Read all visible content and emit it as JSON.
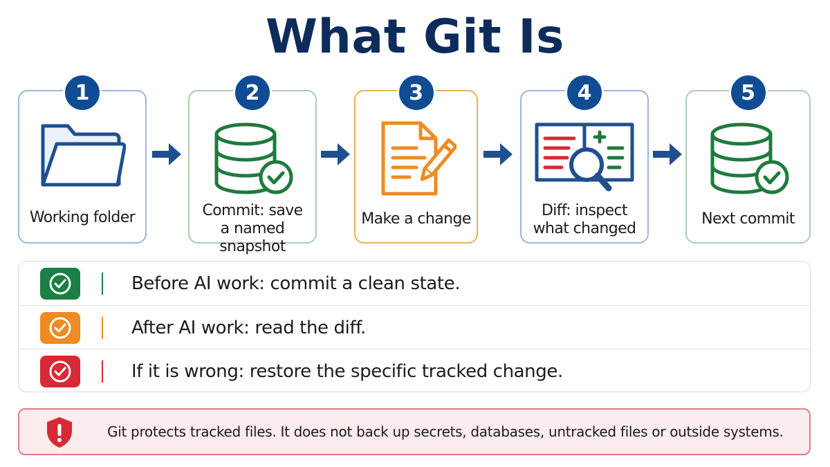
{
  "title": "What Git Is",
  "steps": [
    {
      "number": "1",
      "label_lines": [
        "Working folder"
      ],
      "icon": "folder-icon"
    },
    {
      "number": "2",
      "label_lines": [
        "Commit: save",
        "a named snapshot"
      ],
      "icon": "database-check-icon"
    },
    {
      "number": "3",
      "label_lines": [
        "Make a change"
      ],
      "icon": "document-edit-icon"
    },
    {
      "number": "4",
      "label_lines": [
        "Diff: inspect",
        "what changed"
      ],
      "icon": "diff-magnifier-icon"
    },
    {
      "number": "5",
      "label_lines": [
        "Next commit"
      ],
      "icon": "database-check-icon"
    }
  ],
  "checklist": [
    {
      "text": "Before AI work: commit a clean state.",
      "color": "#1a7f45",
      "icon": "check-circle-icon"
    },
    {
      "text": "After AI work: read the diff.",
      "color": "#ee8b22",
      "icon": "check-circle-icon"
    },
    {
      "text": "If it is wrong: restore the specific tracked change.",
      "color": "#d82936",
      "icon": "check-circle-icon"
    }
  ],
  "warning": {
    "text": "Git protects tracked files. It does not back up secrets, databases, untracked files or outside systems.",
    "icon": "shield-alert-icon"
  },
  "colors": {
    "title": "#0d2c5c",
    "badge": "#0f4c94",
    "blue": "#1f4f8f",
    "green": "#1f7a3e",
    "orange": "#ee8b22",
    "red": "#d82936"
  }
}
